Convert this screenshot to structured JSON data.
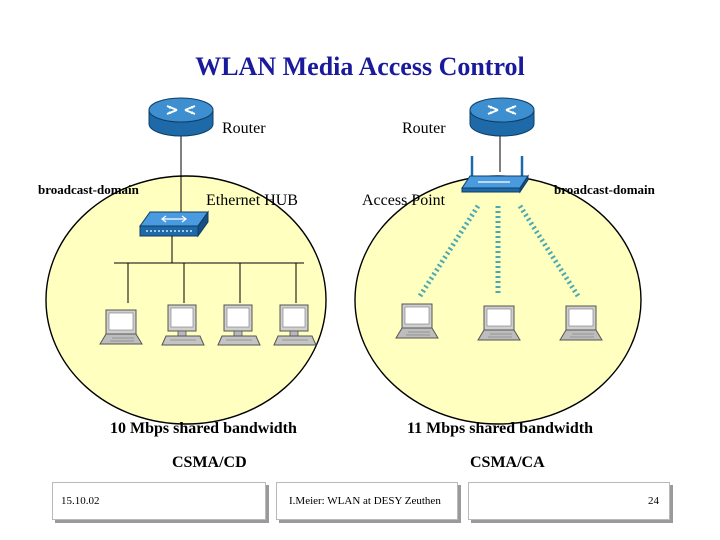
{
  "title": "WLAN Media Access Control",
  "colors": {
    "title": "#1a1a9c",
    "domain_fill": "#ffffc0",
    "device_blue": "#2a7bc0"
  },
  "left_network": {
    "router_label": "Router",
    "domain_label": "broadcast-domain",
    "hub_label": "Ethernet HUB",
    "bandwidth": "10 Mbps shared bandwidth",
    "protocol": "CSMA/CD",
    "hosts": 4,
    "icons": [
      "router-icon",
      "hub-icon",
      "laptop-icon",
      "desktop-icon"
    ]
  },
  "right_network": {
    "router_label": "Router",
    "domain_label": "broadcast-domain",
    "ap_label": "Access Point",
    "bandwidth": "11 Mbps shared bandwidth",
    "protocol": "CSMA/CA",
    "hosts": 3,
    "icons": [
      "router-icon",
      "access-point-icon",
      "laptop-icon",
      "wireless-link-icon"
    ]
  },
  "footer": {
    "date": "15.10.02",
    "author": "I.Meier: WLAN at DESY Zeuthen",
    "page": "24"
  }
}
